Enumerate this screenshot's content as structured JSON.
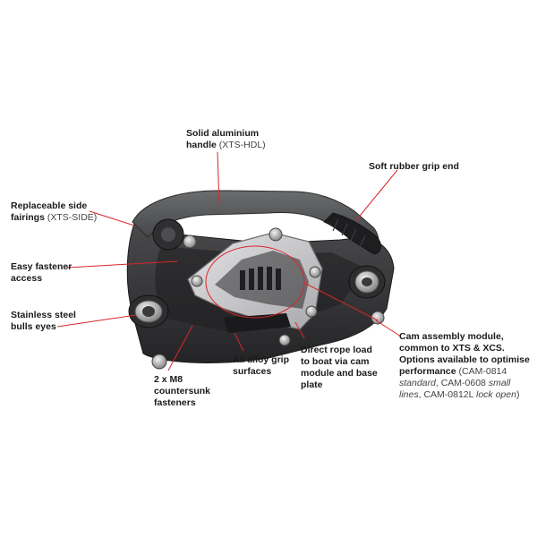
{
  "callouts": {
    "handle": {
      "title_line1": "Solid aluminium",
      "title_line2": "handle",
      "code": "(XTS-HDL)"
    },
    "grip_end": {
      "title": "Soft rubber grip end"
    },
    "fairings": {
      "title_line1": "Replaceable side",
      "title_line2": "fairings",
      "code": "(XTS-SIDE)"
    },
    "fastener": {
      "line1": "Easy fastener",
      "line2": "access"
    },
    "bulls_eyes": {
      "line1": "Stainless steel",
      "line2": "bulls eyes"
    },
    "countersunk": {
      "line1": "2 x M8",
      "line2": "countersunk",
      "line3": "fasteners"
    },
    "grip_surfaces": {
      "line1": "All alloy grip",
      "line2": "surfaces"
    },
    "rope_load": {
      "line1": "Direct rope load",
      "line2": "to boat via cam",
      "line3": "module and base",
      "line4": "plate"
    },
    "cam_module": {
      "line1": "Cam assembly module,",
      "line2_a": "common to ",
      "line2_b": "XTS & XCS.",
      "line3": "Options available to optimise",
      "line4": "performance",
      "line4_code": " (CAM-0814",
      "line5_italic": "standard",
      "line5_rest": ", CAM-0608 ",
      "line5_italic2": "small",
      "line6_italic": "lines",
      "line6_rest": ", CAM-0812L ",
      "line6_italic2": "lock open",
      "line6_end": ")"
    }
  },
  "colors": {
    "leader": "#d9262b",
    "body_dark": "#3a3a3a",
    "handle_grey": "#555759",
    "plate": "#c9c9cb"
  }
}
